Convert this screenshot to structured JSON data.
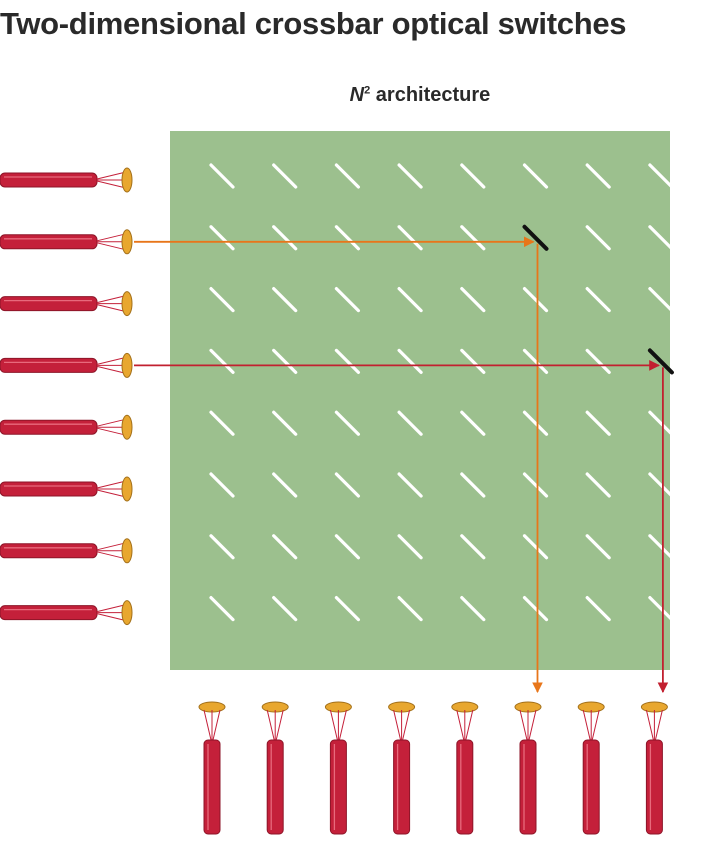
{
  "title": "Two-dimensional crossbar optical switches",
  "subtitle": {
    "symbol": "N",
    "exponent": "2",
    "text": " architecture"
  },
  "grid": {
    "rows": 8,
    "cols": 8
  },
  "active_paths": [
    {
      "input_row": 1,
      "output_col": 5
    },
    {
      "input_row": 3,
      "output_col": 7
    }
  ],
  "colors": {
    "substrate": "#9cc08e",
    "mirror_idle": "#ffffff",
    "mirror_active": "#111111",
    "fiber": "#c4203a",
    "lens": "#e8a72f",
    "beam_orange": "#e8761a",
    "beam_red": "#c22030",
    "title_text": "#2a2a2a"
  }
}
